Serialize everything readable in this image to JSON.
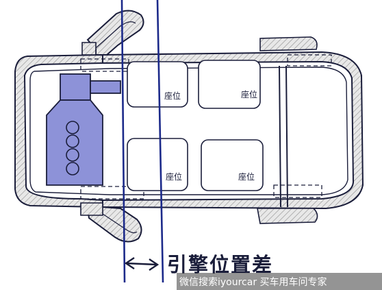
{
  "seats": {
    "front_left": "座位",
    "front_right": "座位",
    "rear_left": "座位",
    "rear_right": "座位"
  },
  "annotation": "引擎位置差",
  "watermark": "微信搜索iyourcar 买车用车问专家",
  "colors": {
    "outline": "#1a1d3a",
    "hatch": "#c9c9c9",
    "engine_fill": "#8d92d8",
    "guide_line": "#1c2a8a"
  }
}
